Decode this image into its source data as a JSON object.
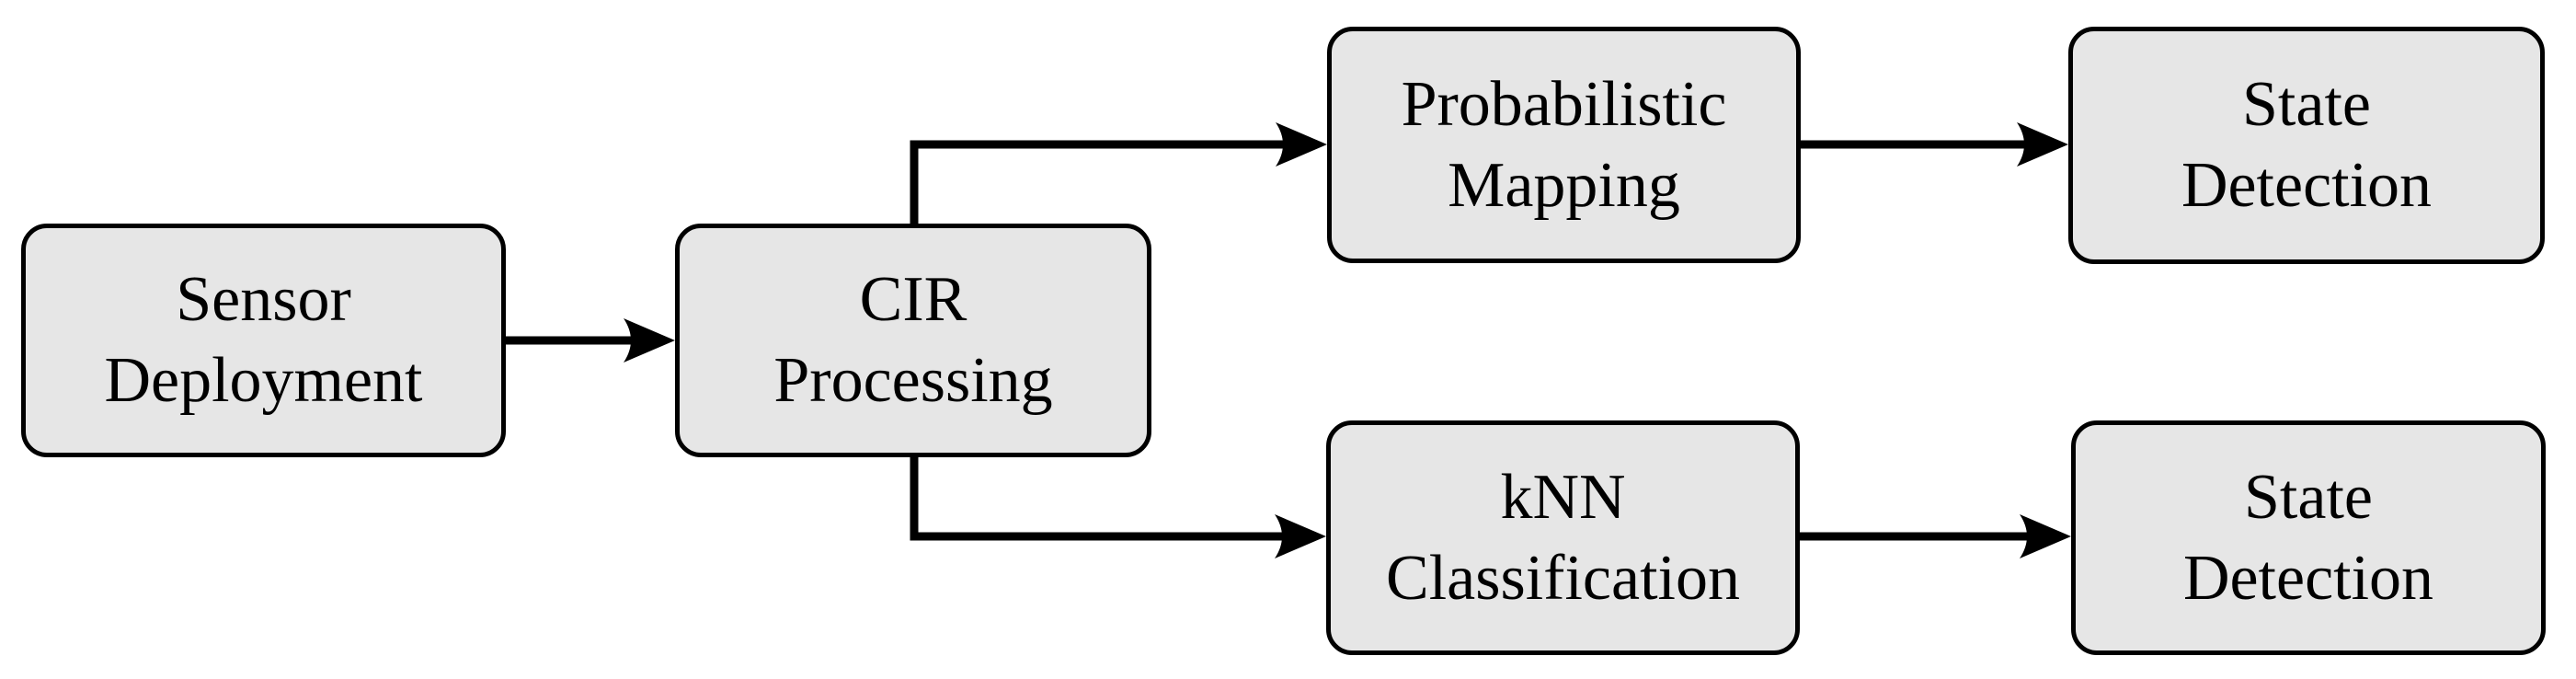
{
  "diagram": {
    "type": "flowchart",
    "colors": {
      "background": "#ffffff",
      "node_fill": "#e6e6e6",
      "node_border": "#000000",
      "connector": "#000000",
      "text": "#000000"
    },
    "nodes": [
      {
        "id": "sensor-deployment",
        "label": "Sensor\nDeployment"
      },
      {
        "id": "cir-processing",
        "label": "CIR\nProcessing"
      },
      {
        "id": "probabilistic-mapping",
        "label": "Probabilistic\nMapping"
      },
      {
        "id": "state-detection-top",
        "label": "State\nDetection"
      },
      {
        "id": "knn-classification",
        "label": "kNN\nClassification"
      },
      {
        "id": "state-detection-bottom",
        "label": "State\nDetection"
      }
    ],
    "edges": [
      {
        "from": "sensor-deployment",
        "to": "cir-processing"
      },
      {
        "from": "cir-processing",
        "to": "probabilistic-mapping"
      },
      {
        "from": "probabilistic-mapping",
        "to": "state-detection-top"
      },
      {
        "from": "cir-processing",
        "to": "knn-classification"
      },
      {
        "from": "knn-classification",
        "to": "state-detection-bottom"
      }
    ]
  }
}
